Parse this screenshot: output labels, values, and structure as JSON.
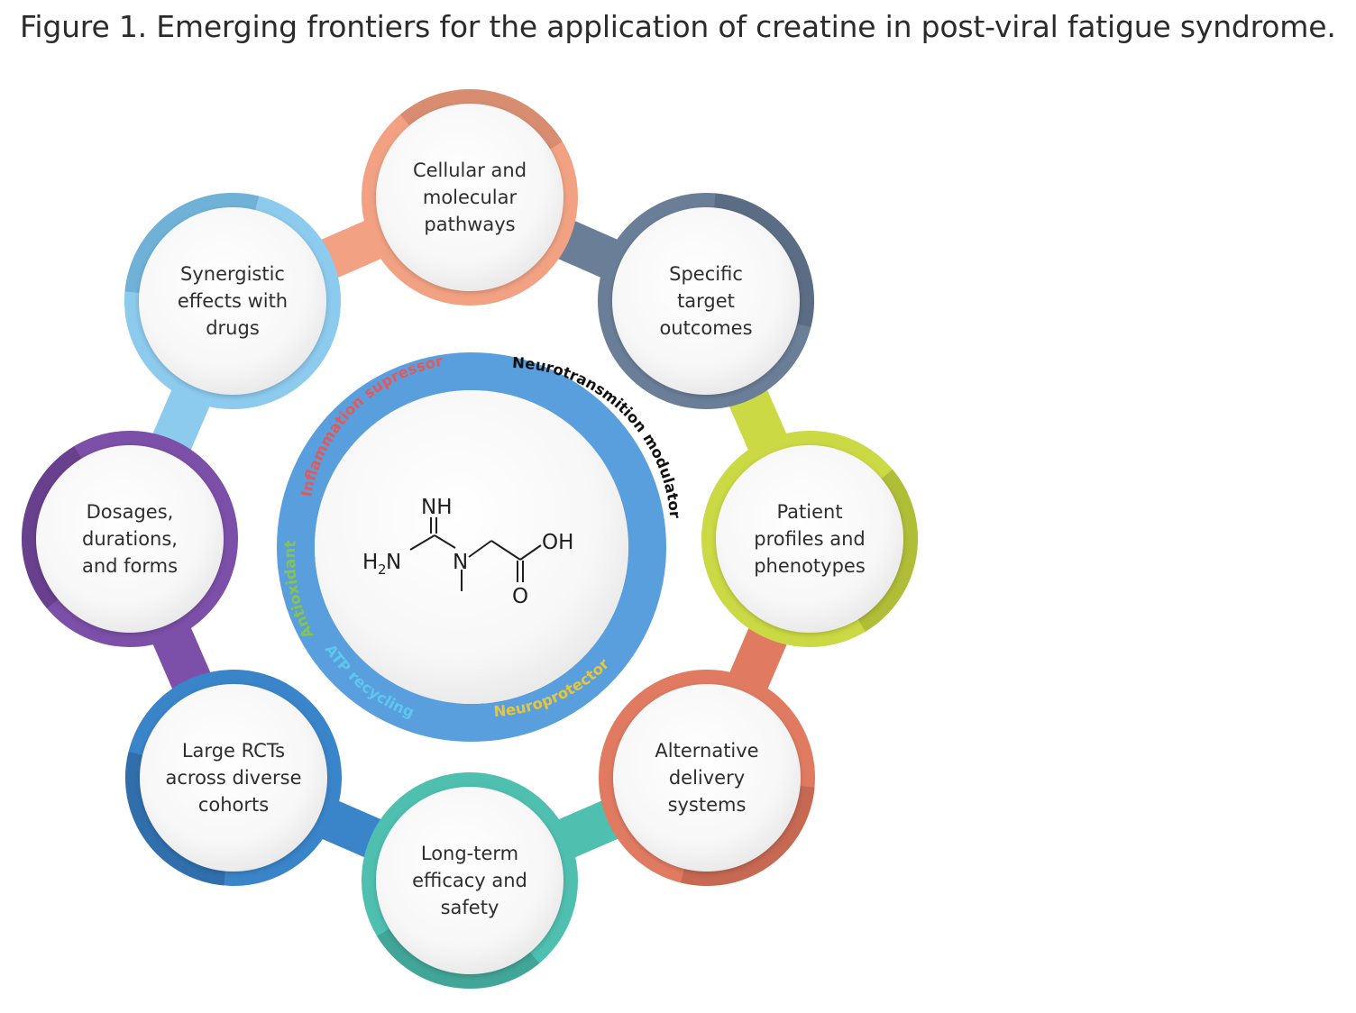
{
  "caption": "Figure 1. Emerging frontiers for the application of creatine in post-viral fatigue syndrome.",
  "nodes": [
    {
      "lines": [
        "Cellular and",
        "molecular",
        "pathways"
      ],
      "color": "#f2a283",
      "accent": "#c27c62"
    },
    {
      "lines": [
        "Specific",
        "target",
        "outcomes"
      ],
      "color": "#6a7e98",
      "accent": "#4f5f74"
    },
    {
      "lines": [
        "Patient",
        "profiles and",
        "phenotypes"
      ],
      "color": "#cbd944",
      "accent": "#9aa52e"
    },
    {
      "lines": [
        "Alternative",
        "delivery",
        "systems"
      ],
      "color": "#e07b62",
      "accent": "#b05a46"
    },
    {
      "lines": [
        "Long-term",
        "efficacy and",
        "safety"
      ],
      "color": "#4fbfb0",
      "accent": "#368f84"
    },
    {
      "lines": [
        "Large RCTs",
        "across diverse",
        "cohorts"
      ],
      "color": "#3a84c9",
      "accent": "#285f93"
    },
    {
      "lines": [
        "Dosages,",
        "durations,",
        "and forms"
      ],
      "color": "#7c4fa8",
      "accent": "#573578"
    },
    {
      "lines": [
        "Synergistic",
        "effects with",
        "drugs"
      ],
      "color": "#8ccaee",
      "accent": "#5a9cc4"
    }
  ],
  "central_ring": {
    "color": "#5a9fdd",
    "labels": [
      {
        "text": "Inflammation supressor",
        "color": "#e05a5a"
      },
      {
        "text": "Neurotransmition modulator",
        "color": "#111111"
      },
      {
        "text": "Neuroprotector",
        "color": "#e8c53a"
      },
      {
        "text": "ATP recycling",
        "color": "#5cc7f0"
      },
      {
        "text": "Antioxidant",
        "color": "#88c34a"
      }
    ]
  },
  "molecule": {
    "nh": "NH",
    "h2n_main": "H",
    "h2n_sub": "2",
    "h2n_tail": "N",
    "n": "N",
    "oh": "OH",
    "o": "O"
  }
}
